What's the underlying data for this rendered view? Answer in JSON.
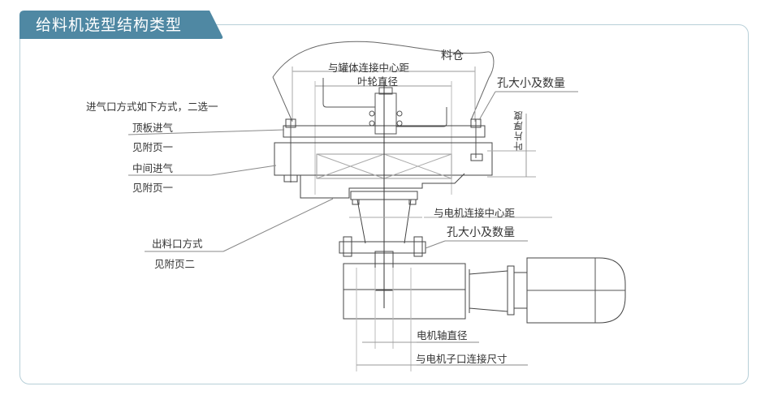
{
  "header": {
    "title": "给料机选型结构类型",
    "accent_color": "#4f88a3",
    "border_color": "#b7cfd8"
  },
  "diagram": {
    "hopper_label": "料仓",
    "tank_center_distance": "与罐体连接中心距",
    "impeller_diameter": "叶轮直径",
    "hole_size_qty_top": "孔大小及数量",
    "blade_thickness": "叶片厚度",
    "inlet_note": "进气口方式如下方式，二选一",
    "top_inlet": "顶板进气",
    "top_inlet_ref": "见附页一",
    "middle_inlet": "中间进气",
    "middle_inlet_ref": "见附页一",
    "motor_center_distance": "与电机连接中心距",
    "hole_size_qty_bottom": "孔大小及数量",
    "outlet_method": "出料口方式",
    "outlet_ref": "见附页二",
    "motor_shaft_diameter": "电机轴直径",
    "motor_socket_size": "与电机子口连接尺寸"
  }
}
